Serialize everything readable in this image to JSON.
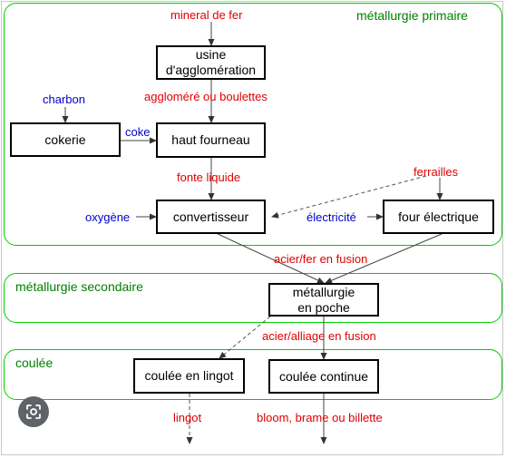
{
  "zones": {
    "primary": "métallurgie primaire",
    "secondary": "métallurgie secondaire",
    "casting": "coulée"
  },
  "boxes": {
    "sinter_plant": [
      "usine",
      "d'agglomération"
    ],
    "coke_oven": "cokerie",
    "blast_furnace": "haut fourneau",
    "converter": "convertisseur",
    "electric_furnace": "four électrique",
    "ladle": [
      "métallurgie",
      "en poche"
    ],
    "ingot_casting": "coulée en lingot",
    "continuous_casting": "coulée continue"
  },
  "labels": {
    "iron_ore": "mineral de fer",
    "agglomerate": "aggloméré ou boulettes",
    "coal": "charbon",
    "coke": "coke",
    "hot_metal": "fonte liquide",
    "scrap": "ferrailles",
    "oxygen": "oxygène",
    "electricity": "électricité",
    "molten_steel": "acier/fer en fusion",
    "molten_alloy": "acier/alliage en fusion",
    "ingot": "lingot",
    "products": "bloom, brame ou billette"
  },
  "colors": {
    "zone_border": "#00cc00",
    "zone_text": "#008000",
    "flow_label": "#e00000",
    "input_label": "#0000cc"
  },
  "icons": [
    "lens-icon"
  ]
}
